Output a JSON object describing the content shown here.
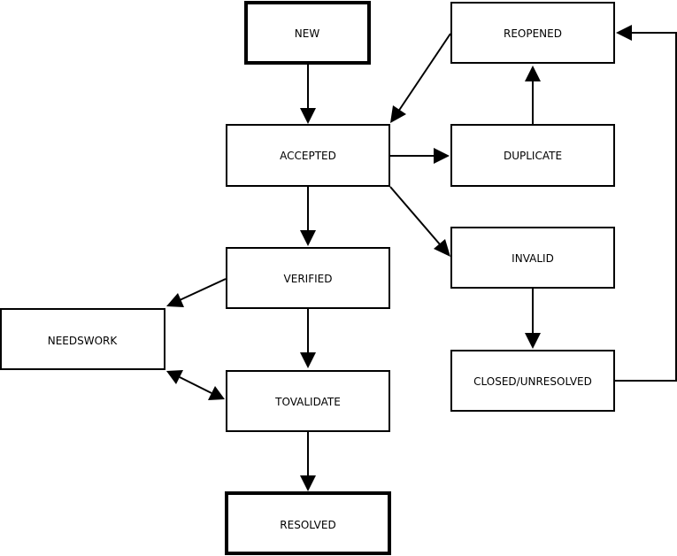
{
  "diagram": {
    "nodes": {
      "new": "NEW",
      "accepted": "ACCEPTED",
      "reopened": "REOPENED",
      "duplicate": "DUPLICATE",
      "invalid": "INVALID",
      "closed_unresolved": "CLOSED/UNRESOLVED",
      "verified": "VERIFIED",
      "needswork": "NEEDSWORK",
      "tovalidate": "TOVALIDATE",
      "resolved": "RESOLVED"
    },
    "edges": [
      {
        "from": "new",
        "to": "accepted"
      },
      {
        "from": "reopened",
        "to": "accepted"
      },
      {
        "from": "accepted",
        "to": "duplicate"
      },
      {
        "from": "duplicate",
        "to": "reopened"
      },
      {
        "from": "accepted",
        "to": "invalid"
      },
      {
        "from": "invalid",
        "to": "closed_unresolved"
      },
      {
        "from": "closed_unresolved",
        "to": "reopened"
      },
      {
        "from": "accepted",
        "to": "verified"
      },
      {
        "from": "verified",
        "to": "needswork"
      },
      {
        "from": "verified",
        "to": "tovalidate"
      },
      {
        "from": "needswork",
        "to": "tovalidate",
        "bidirectional": true
      },
      {
        "from": "tovalidate",
        "to": "resolved"
      }
    ],
    "colors": {
      "stroke": "#000000",
      "fill": "#ffffff"
    }
  }
}
